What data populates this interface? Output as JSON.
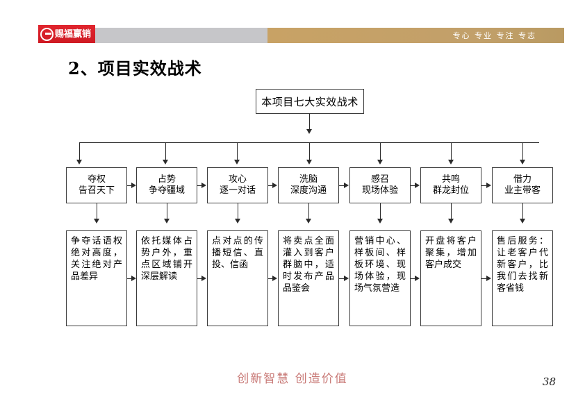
{
  "header": {
    "logo_text": "赐福赢销",
    "logo_icon": "circle-f-mark-icon",
    "tagline": "专心 专业 专注 专志",
    "brand_red": "#d8202a",
    "bar_gray": "#c6c6c9",
    "bar_gold": "#c5a266"
  },
  "title": "2、项目实效战术",
  "chart_data": {
    "type": "diagram",
    "title": "本项目七大实效战术",
    "root": "本项目七大实效战术",
    "nodes": [
      {
        "index": 1,
        "tactic_line1": "夺权",
        "tactic_line2": "告召天下",
        "detail": "争夺话语权绝对高度，关注绝对产品差异"
      },
      {
        "index": 2,
        "tactic_line1": "占势",
        "tactic_line2": "争夺疆域",
        "detail": "依托媒体占势户外，重点区域铺开深层解读"
      },
      {
        "index": 3,
        "tactic_line1": "攻心",
        "tactic_line2": "逐一对话",
        "detail": "点对点的传播短信、直投、信函"
      },
      {
        "index": 4,
        "tactic_line1": "洗脑",
        "tactic_line2": "深度沟通",
        "detail": "将卖点全面灌入到客户群脑中，适时发布产品品鉴会"
      },
      {
        "index": 5,
        "tactic_line1": "感召",
        "tactic_line2": "现场体验",
        "detail": "营销中心、样板间、样板环境、现场体验，现场气氛营造"
      },
      {
        "index": 6,
        "tactic_line1": "共鸣",
        "tactic_line2": "群龙封位",
        "detail": "开盘将客户聚集，增加客户成交"
      },
      {
        "index": 7,
        "tactic_line1": "借力",
        "tactic_line2": "业主带客",
        "detail": "售后服务：让老客户代新客户，比我们去找新客省钱"
      }
    ],
    "flow_direction": "root-fans-out-to-seven-then-each-down-to-detail; details chained left-to-right",
    "node_border_color": "#3b3b3b",
    "connector_color": "#2b2b2b"
  },
  "footer": {
    "slogan": "创新智慧  创造价值",
    "slogan_color": "#c97b78",
    "page_number": "38"
  }
}
